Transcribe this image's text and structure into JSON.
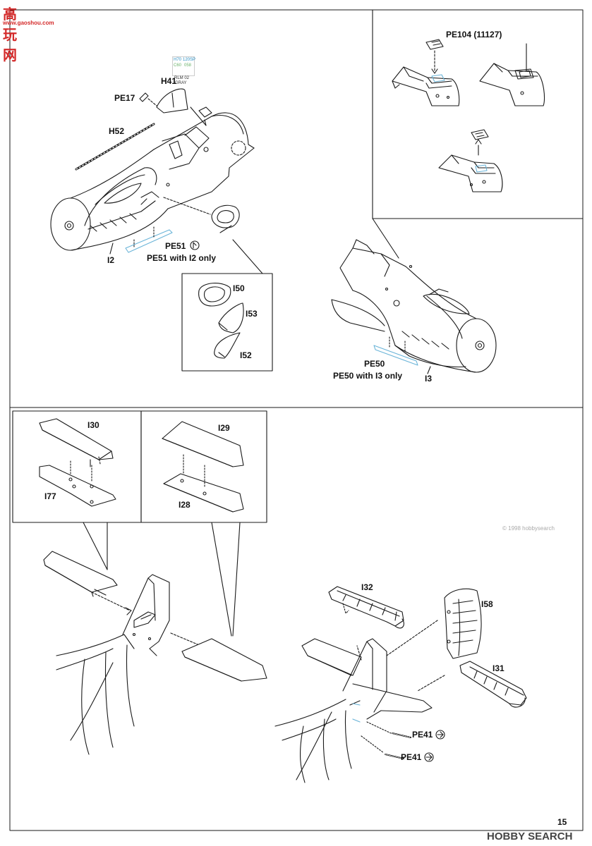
{
  "watermark": {
    "site_cn": "高玩网",
    "site_url": "www.gaoshou.com",
    "bottom_brand": "HOBBY SEARCH",
    "bottom_copyright": "© 1998 hobbysearch"
  },
  "page_number": "15",
  "paint_chip": {
    "h_code": "H70",
    "h_val": "120SP",
    "c_code": "C60",
    "c_val": "058",
    "rlm": "RLM 02",
    "name": "GRAY"
  },
  "labels": {
    "H41": "H41",
    "PE17": "PE17",
    "H52": "H52",
    "PE51": "PE51",
    "PE51_note": "PE51 with I2 only",
    "I2": "I2",
    "I50": "I50",
    "I53": "I53",
    "I52": "I52",
    "PE104": "PE104 (11127)",
    "PE50": "PE50",
    "PE50_note": "PE50 with I3 only",
    "I3": "I3",
    "I30": "I30",
    "I77": "I77",
    "I29": "I29",
    "I28": "I28",
    "I32": "I32",
    "I58": "I58",
    "I31": "I31",
    "PE41a": "PE41",
    "PE41b": "PE41"
  },
  "colors": {
    "line": "#1a1a1a",
    "photoetch_blue": "#6ab4d8",
    "watermark_red": "#d42a2a"
  }
}
